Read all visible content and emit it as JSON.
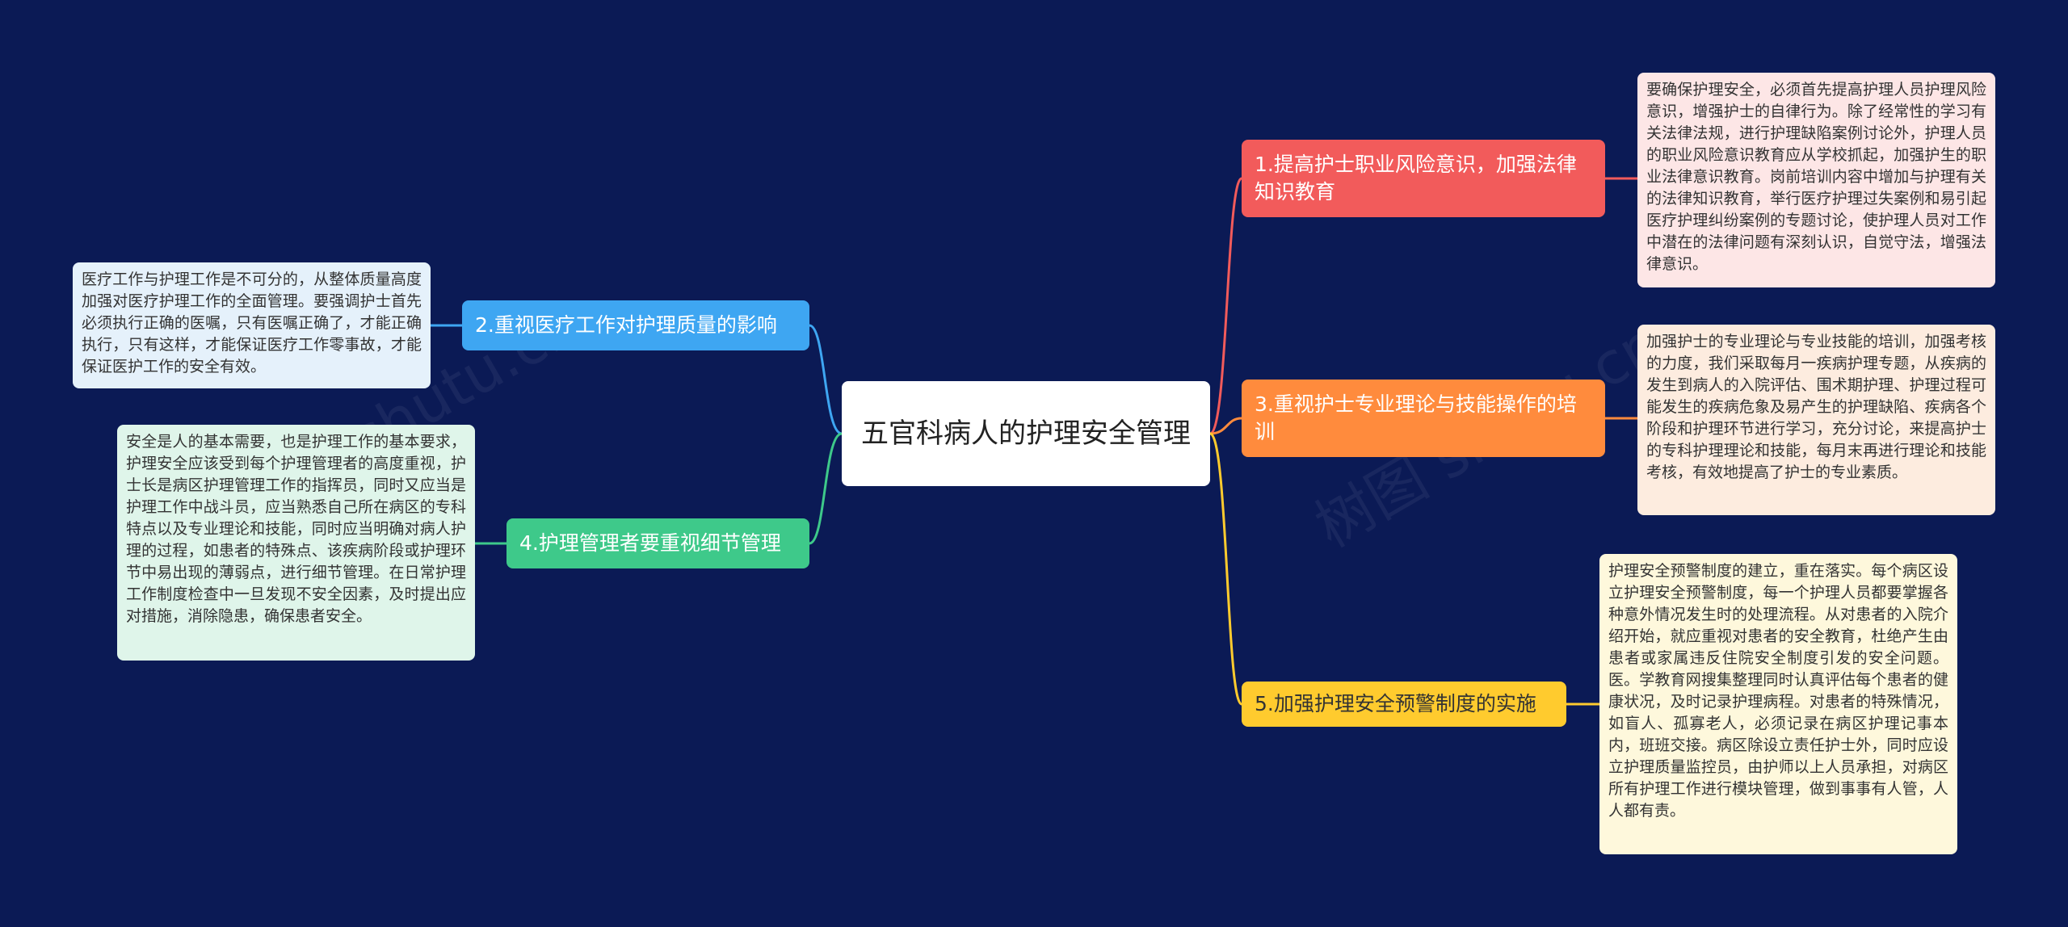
{
  "colors": {
    "background": "#0b1a55",
    "branch_1": "#f25b5b",
    "branch_2": "#3ea6f2",
    "branch_3": "#ff8b3d",
    "branch_4": "#3ec98a",
    "branch_5": "#ffcb2e"
  },
  "root": {
    "text": "五官科病人的护理安全管理"
  },
  "branches": {
    "b1": {
      "label": "1.提高护士职业风险意识，加强法律知识教育",
      "detail": "要确保护理安全，必须首先提高护理人员护理风险意识，增强护士的自律行为。除了经常性的学习有关法律法规，进行护理缺陷案例讨论外，护理人员的职业风险意识教育应从学校抓起，加强护生的职业法律意识教育。岗前培训内容中增加与护理有关的法律知识教育，举行医疗护理过失案例和易引起医疗护理纠纷案例的专题讨论，使护理人员对工作中潜在的法律问题有深刻认识，自觉守法，增强法律意识。"
    },
    "b2": {
      "label": "2.重视医疗工作对护理质量的影响",
      "detail": "医疗工作与护理工作是不可分的，从整体质量高度加强对医疗护理工作的全面管理。要强调护士首先必须执行正确的医嘱，只有医嘱正确了，才能正确执行，只有这样，才能保证医疗工作零事故，才能保证医护工作的安全有效。"
    },
    "b3": {
      "label": "3.重视护士专业理论与技能操作的培训",
      "detail": "加强护士的专业理论与专业技能的培训，加强考核的力度，我们采取每月一疾病护理专题，从疾病的发生到病人的入院评估、围术期护理、护理过程可能发生的疾病危象及易产生的护理缺陷、疾病各个阶段和护理环节进行学习，充分讨论，来提高护士的专科护理理论和技能，每月末再进行理论和技能考核，有效地提高了护士的专业素质。"
    },
    "b4": {
      "label": "4.护理管理者要重视细节管理",
      "detail": "安全是人的基本需要，也是护理工作的基本要求，护理安全应该受到每个护理管理者的高度重视，护士长是病区护理管理工作的指挥员，同时又应当是护理工作中战斗员，应当熟悉自己所在病区的专科特点以及专业理论和技能，同时应当明确对病人护理的过程，如患者的特殊点、该疾病阶段或护理环节中易出现的薄弱点，进行细节管理。在日常护理工作制度检查中一旦发现不安全因素，及时提出应对措施，消除隐患，确保患者安全。"
    },
    "b5": {
      "label": "5.加强护理安全预警制度的实施",
      "detail": "护理安全预警制度的建立，重在落实。每个病区设立护理安全预警制度，每一个护理人员都要掌握各种意外情况发生时的处理流程。从对患者的入院介绍开始，就应重视对患者的安全教育，杜绝产生由患者或家属违反住院安全制度引发的安全问题。医。学教育网搜集整理同时认真评估每个患者的健康状况，及时记录护理病程。对患者的特殊情况，如盲人、孤寡老人，必须记录在病区护理记事本内，班班交接。病区除设立责任护士外，同时应设立护理质量监控员，由护师以上人员承担，对病区所有护理工作进行模块管理，做到事事有人管，人人都有责。"
    }
  },
  "watermark": {
    "text_1": "shutu.cn",
    "text_2": "树图 shutu.cn"
  }
}
